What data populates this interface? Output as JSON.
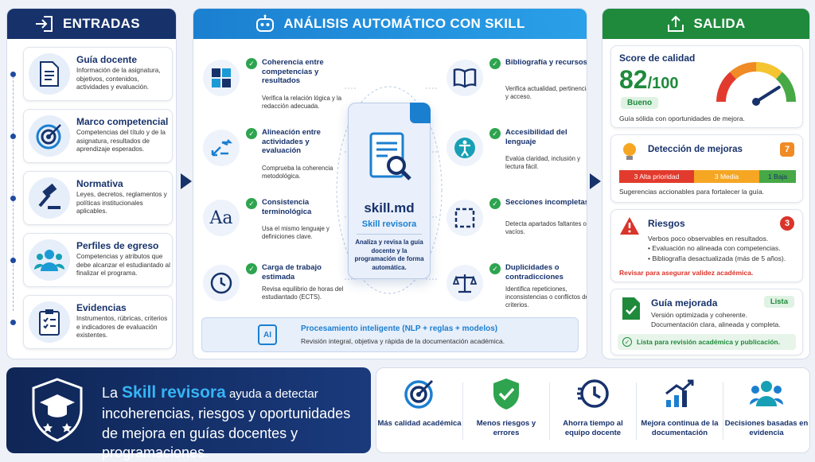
{
  "inputs": {
    "title": "ENTRADAS",
    "items": [
      {
        "title": "Guía docente",
        "desc": "Información de la asignatura, objetivos, contenidos, actividades y evaluación.",
        "icon": "document-icon"
      },
      {
        "title": "Marco competencial",
        "desc": "Competencias del título y de la asignatura, resultados de aprendizaje esperados.",
        "icon": "target-icon"
      },
      {
        "title": "Normativa",
        "desc": "Leyes, decretos, reglamentos y políticas institucionales aplicables.",
        "icon": "gavel-icon"
      },
      {
        "title": "Perfiles de egreso",
        "desc": "Competencias y atributos que debe alcanzar el estudiantado al finalizar el programa.",
        "icon": "people-icon"
      },
      {
        "title": "Evidencias",
        "desc": "Instrumentos, rúbricas, criterios e indicadores de evaluación existentes.",
        "icon": "clipboard-icon"
      }
    ]
  },
  "analysis": {
    "title": "ANÁLISIS AUTOMÁTICO CON SKILL",
    "left": [
      {
        "title": "Coherencia entre competencias y resultados",
        "desc": "Verifica la relación lógica y la redacción adecuada."
      },
      {
        "title": "Alineación entre actividades y evaluación",
        "desc": "Comprueba la coherencia metodológica."
      },
      {
        "title": "Consistencia terminológica",
        "desc": "Usa el mismo lenguaje y definiciones clave."
      },
      {
        "title": "Carga de trabajo estimada",
        "desc": "Revisa equilibrio de horas del estudiantado (ECTS)."
      }
    ],
    "right": [
      {
        "title": "Bibliografía y recursos",
        "desc": "Verifica actualidad, pertinencia y acceso."
      },
      {
        "title": "Accesibilidad del lenguaje",
        "desc": "Evalúa claridad, inclusión y lectura fácil."
      },
      {
        "title": "Secciones incompletas",
        "desc": "Detecta apartados faltantes o vacíos."
      },
      {
        "title": "Duplicidades o contradicciones",
        "desc": "Identifica repeticiones, inconsistencias o conflictos de criterios."
      }
    ],
    "doc": {
      "name": "skill.md",
      "subtitle": "Skill revisora",
      "desc": "Analiza y revisa la guía docente y la programación de forma automática."
    },
    "processing": {
      "badge": "AI",
      "title": "Procesamiento inteligente (NLP + reglas + modelos)",
      "desc": "Revisión integral, objetiva y rápida de la documentación académica."
    }
  },
  "output": {
    "title": "SALIDA",
    "score": {
      "label": "Score de calidad",
      "value": "82",
      "suffix": "/100",
      "gauge_fraction": 0.82,
      "badge": "Bueno",
      "desc": "Guía sólida con oportunidades de mejora."
    },
    "improvements": {
      "title": "Detección de mejoras",
      "count": "7",
      "high": "3 Alta prioridad",
      "medium": "3 Media",
      "low": "1 Baja",
      "desc": "Sugerencias accionables para fortalecer la guía."
    },
    "risks": {
      "title": "Riesgos",
      "count": "3",
      "items": [
        "Verbos poco observables en resultados.",
        "Evaluación no alineada con competencias.",
        "Bibliografía desactualizada (más de 5 años)."
      ],
      "warning": "Revisar para asegurar validez académica."
    },
    "improved": {
      "title": "Guía mejorada",
      "badge": "Lista",
      "desc1": "Versión optimizada y coherente.",
      "desc2": "Documentación clara, alineada y completa.",
      "ready": "Lista para revisión académica y publicación."
    }
  },
  "banner": {
    "pre": "La ",
    "highlight": "Skill revisora",
    "post1": " ayuda a detectar",
    "line2": "incoherencias, riesgos y oportunidades",
    "line3": "de mejora en guías docentes y programaciones."
  },
  "benefits": [
    {
      "label": "Más calidad académica",
      "icon": "target-icon"
    },
    {
      "label": "Menos riesgos y errores",
      "icon": "shield-check-icon"
    },
    {
      "label": "Ahorra tiempo al equipo docente",
      "icon": "clock-icon"
    },
    {
      "label": "Mejora continua de la documentación",
      "icon": "chart-up-icon"
    },
    {
      "label": "Decisiones basadas en evidencia",
      "icon": "people-icon"
    }
  ],
  "colors": {
    "navy": "#17326b",
    "blue": "#1b7fd0",
    "green": "#1f8a3c",
    "red": "#d9342b",
    "orange": "#f08a24"
  }
}
